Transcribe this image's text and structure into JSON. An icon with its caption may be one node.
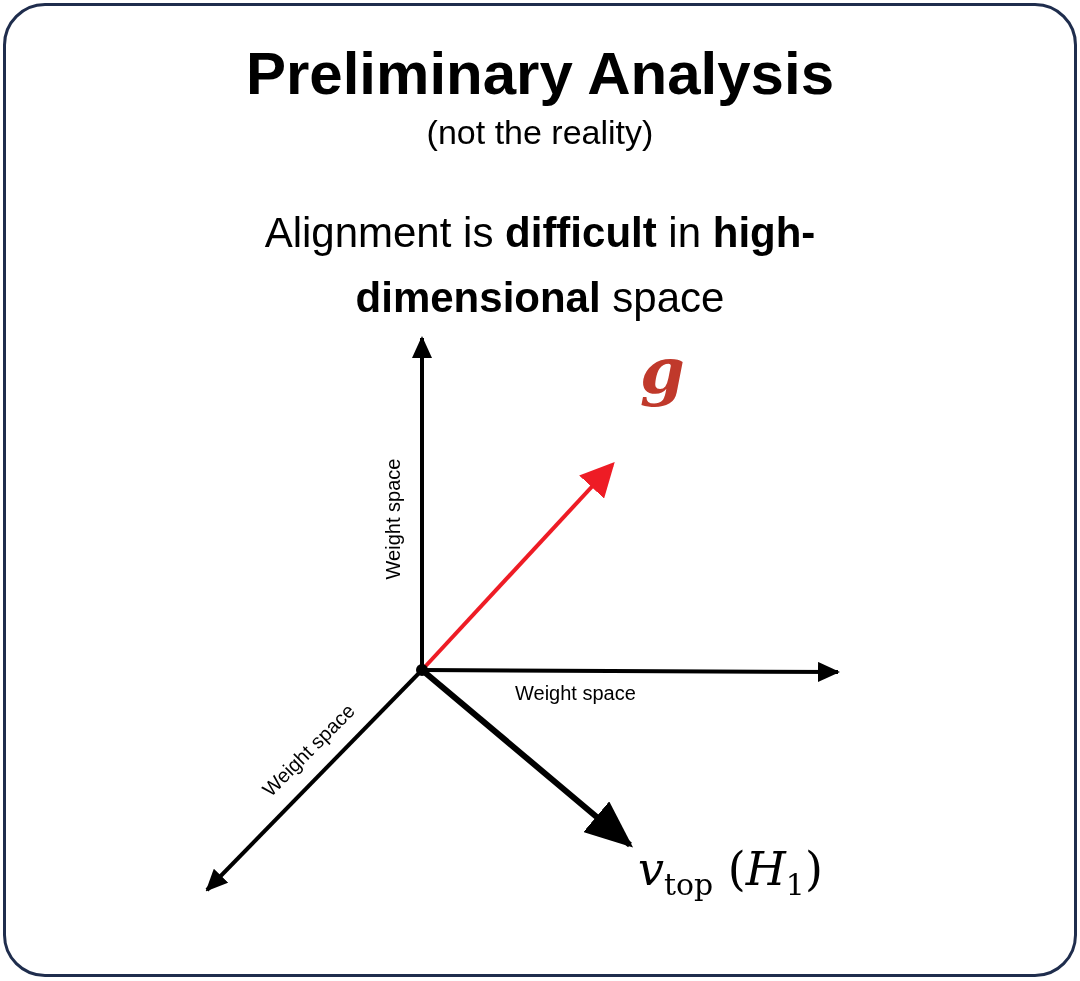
{
  "diagram": {
    "title": "Preliminary Analysis",
    "labels": [
      "(not the reality)",
      "Alignment is **difficult** in **high-dimensional** space",
      "Weight space",
      "Weight space",
      "Weight space",
      "g",
      "*v*$_{top}$ (*H*$_{1}$)"
    ]
  }
}
